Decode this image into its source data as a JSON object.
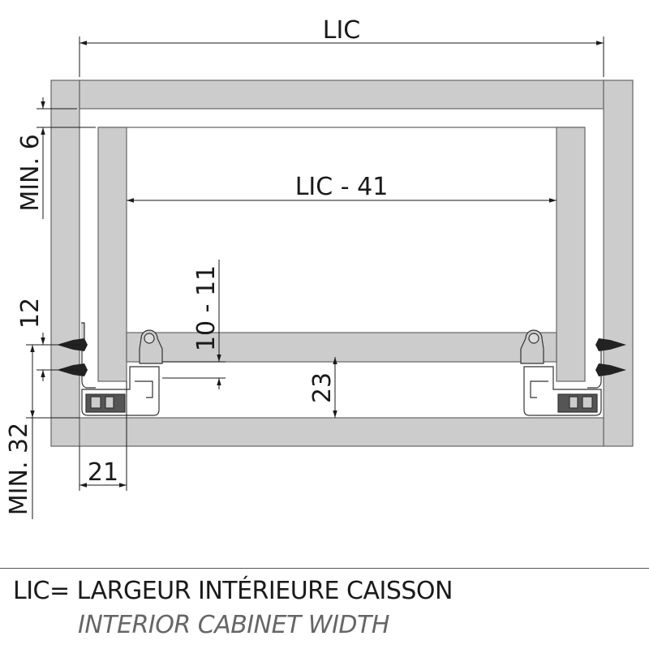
{
  "dimensions": {
    "lic": "LIC",
    "lic_minus": "LIC - 41",
    "min6": "MIN. 6",
    "twelve": "12",
    "min32": "MIN. 32",
    "twentyone": "21",
    "ten_eleven": "10 - 11",
    "twentythree": "23"
  },
  "legend": {
    "line1": "LIC= LARGEUR INTÉRIEURE CAISSON",
    "line2": "INTERIOR CABINET WIDTH"
  },
  "colors": {
    "panel": "#cccccc",
    "outline": "#666666",
    "ink": "#1a1a1a"
  }
}
